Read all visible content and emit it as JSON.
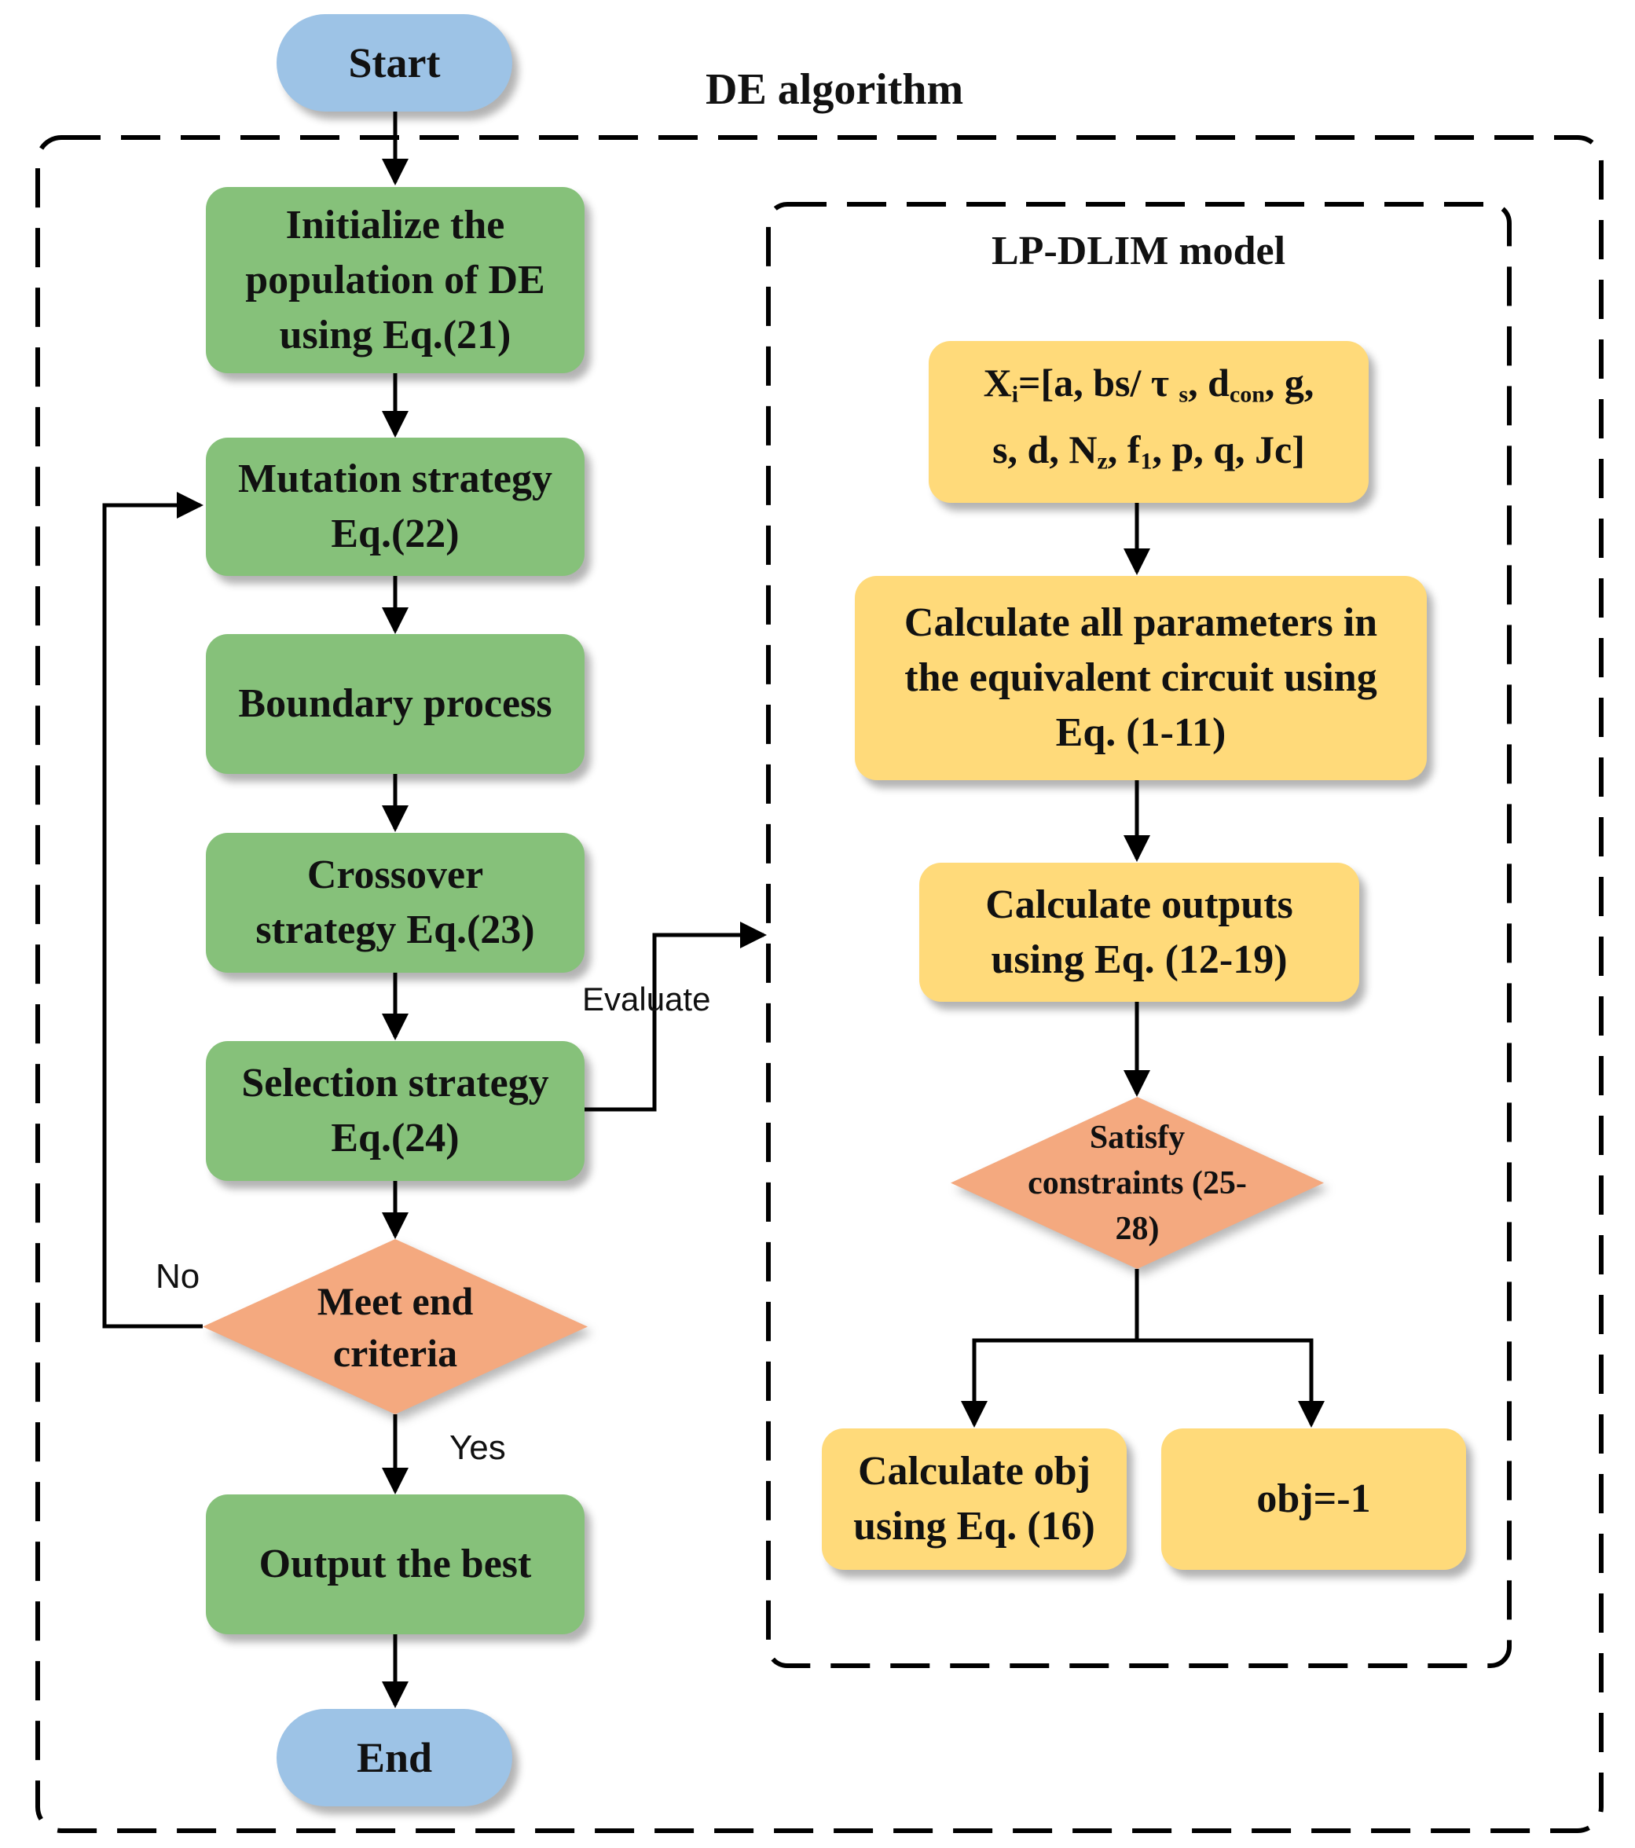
{
  "diagram": {
    "outer_group_label": "DE algorithm",
    "inner_group_label": "LP-DLIM model",
    "de_nodes": {
      "start": "Start",
      "init": "Initialize the\npopulation of DE\nusing Eq.(21)",
      "mutation": "Mutation strategy\nEq.(22)",
      "boundary": "Boundary process",
      "crossover": "Crossover\nstrategy Eq.(23)",
      "selection": "Selection strategy\nEq.(24)",
      "criteria": "Meet end\ncriteria",
      "output": "Output the best",
      "end": "End"
    },
    "model_nodes": {
      "vector": {
        "line1_prefix": "X",
        "line1_sub_i": "i",
        "line1_mid": "=[a, bs/ τ ",
        "line1_sub_s": "s",
        "line1_mid2": ", d",
        "line1_sub_con": "con",
        "line1_end": ", g,",
        "line2_start": "s, d, N",
        "line2_sub_z": "z",
        "line2_mid": ", f",
        "line2_sub_1": "1",
        "line2_end": ", p, q, Jc]"
      },
      "calc_params": "Calculate all parameters in\nthe equivalent circuit using\nEq. (1-11)",
      "calc_outputs": "Calculate outputs\nusing Eq. (12-19)",
      "constraints": "Satisfy\nconstraints (25-\n28)",
      "calc_obj": "Calculate obj\nusing Eq. (16)",
      "obj_neg": "obj=-1"
    },
    "edge_labels": {
      "no": "No",
      "yes": "Yes",
      "evaluate": "Evaluate"
    },
    "colors": {
      "terminal": "#9dc3e6",
      "process_green": "#86c17a",
      "process_yellow": "#ffda7a",
      "decision": "#f4a97f",
      "line": "#000000"
    }
  }
}
